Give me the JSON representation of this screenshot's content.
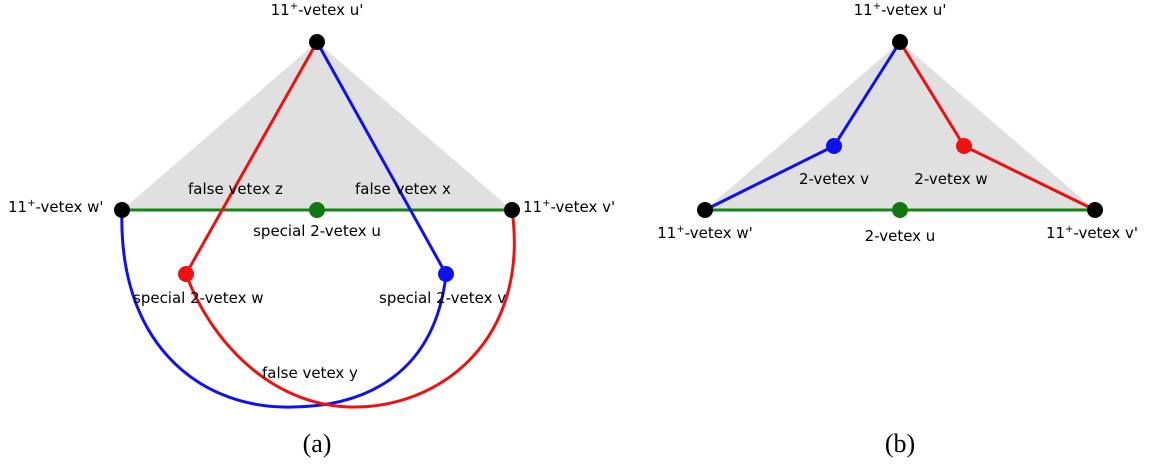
{
  "colors": {
    "background": "#ffffff",
    "face_fill": "#e0e0e0",
    "red": "#ee1111",
    "blue": "#1111ee",
    "green": "#118811",
    "black": "#000000",
    "green_vertex": "#117711"
  },
  "panel_a": {
    "caption": "(a)",
    "top_vertex": {
      "base": "11",
      "sup": "+",
      "rest": "-vetex u'"
    },
    "left_vertex": {
      "base": "11",
      "sup": "+",
      "rest": "-vetex w'"
    },
    "right_vertex": {
      "base": "11",
      "sup": "+",
      "rest": "-vetex v'"
    },
    "special_u": "special 2-vetex u",
    "special_w": "special 2-vetex w",
    "special_v": "special 2-vetex v",
    "false_z": "false vetex z",
    "false_x": "false vetex x",
    "false_y": "false vetex y"
  },
  "panel_b": {
    "caption": "(b)",
    "top_vertex": {
      "base": "11",
      "sup": "+",
      "rest": "-vetex u'"
    },
    "left_vertex": {
      "base": "11",
      "sup": "+",
      "rest": "-vetex w'"
    },
    "right_vertex": {
      "base": "11",
      "sup": "+",
      "rest": "-vetex v'"
    },
    "vertex_v": "2-vetex v",
    "vertex_w": "2-vetex w",
    "vertex_u": "2-vetex u"
  }
}
